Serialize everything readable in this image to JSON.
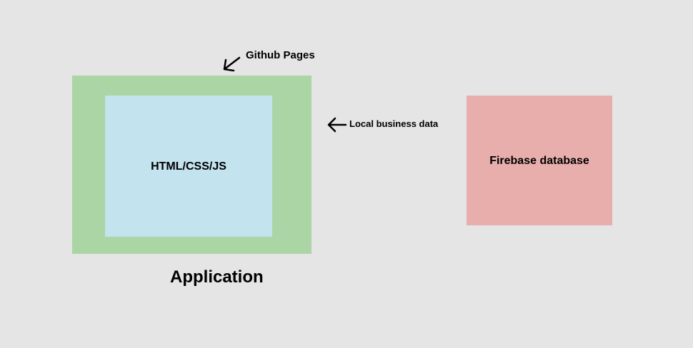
{
  "diagram": {
    "github_pages_label": "Github Pages",
    "html_css_js_label": "HTML/CSS/JS",
    "local_business_data_label": "Local business data",
    "firebase_label": "Firebase database",
    "application_label": "Application"
  },
  "colors": {
    "background": "#e5e5e5",
    "github_pages_box": "#abd5a4",
    "html_box": "#c3e3ef",
    "firebase_box": "#e8aeac"
  },
  "icons": {
    "github_pages_arrow": "arrow-down-left-icon",
    "local_data_arrow": "arrow-left-icon"
  }
}
